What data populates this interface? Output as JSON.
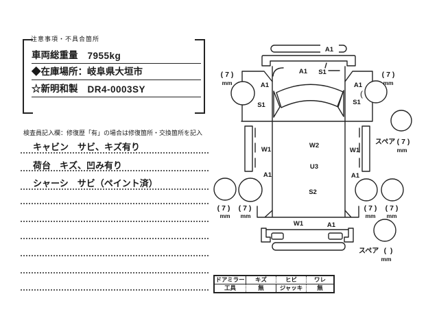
{
  "header_box": {
    "title": "注意事項・不具合箇所",
    "rows": [
      {
        "label": "車両総重量",
        "value": "7955kg"
      },
      {
        "label": "◆在庫場所：岐阜県大垣市",
        "value": ""
      },
      {
        "label": "☆新明和製",
        "value": "DR4-0003SY"
      }
    ]
  },
  "inspection": {
    "note": "検査員記入欄：修復歴「有」の場合は修復箇所・交換箇所を記入",
    "entries": [
      "キャビン　サビ、キズ有り",
      "荷台　キズ、凹み有り",
      "シャーシ　サビ（ペイント済）"
    ]
  },
  "diagram": {
    "labels": {
      "front_top": "A1",
      "cab_front_a": "A1",
      "cab_front_s": "S1",
      "fender_left_a": "A1",
      "fender_left_s": "S1",
      "fender_right_a": "A1",
      "fender_right_s": "S1",
      "fender_right_mark": "(",
      "side_left_w": "W1",
      "side_right_w": "W1",
      "bed_w": "W2",
      "bed_u": "U3",
      "bed_s": "S2",
      "rear_left_a": "A1",
      "rear_right_a": "A1",
      "bottom_w": "W1",
      "bottom_a": "A1"
    },
    "tread": {
      "value": "( 7 )",
      "unit": "mm",
      "empty": "(  )"
    },
    "spare_label": "スペア"
  },
  "equipment_table": {
    "rows": [
      [
        "ドアミラー",
        "キズ",
        "ヒビ",
        "ワレ"
      ],
      [
        "工具",
        "無",
        "ジャッキ",
        "無"
      ]
    ]
  }
}
